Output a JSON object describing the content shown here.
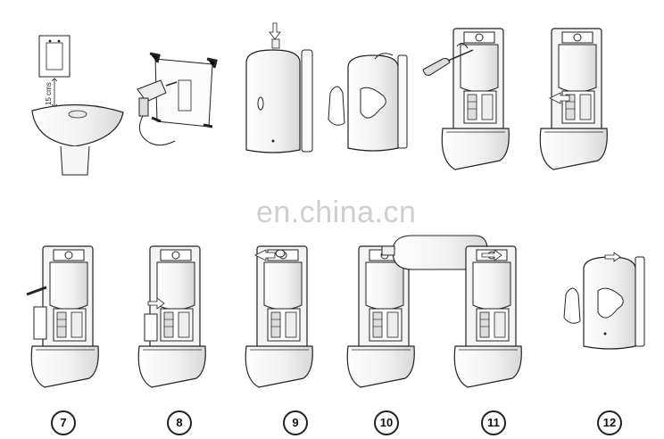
{
  "watermark": "en.china.cn",
  "dimension_note": "15 cms",
  "steps": [
    {
      "number": "7"
    },
    {
      "number": "8"
    },
    {
      "number": "9"
    },
    {
      "number": "10"
    },
    {
      "number": "11"
    },
    {
      "number": "12"
    }
  ],
  "colors": {
    "line": "#222222",
    "fill": "#f2f2f2",
    "watermark": "#cfcfcf"
  }
}
